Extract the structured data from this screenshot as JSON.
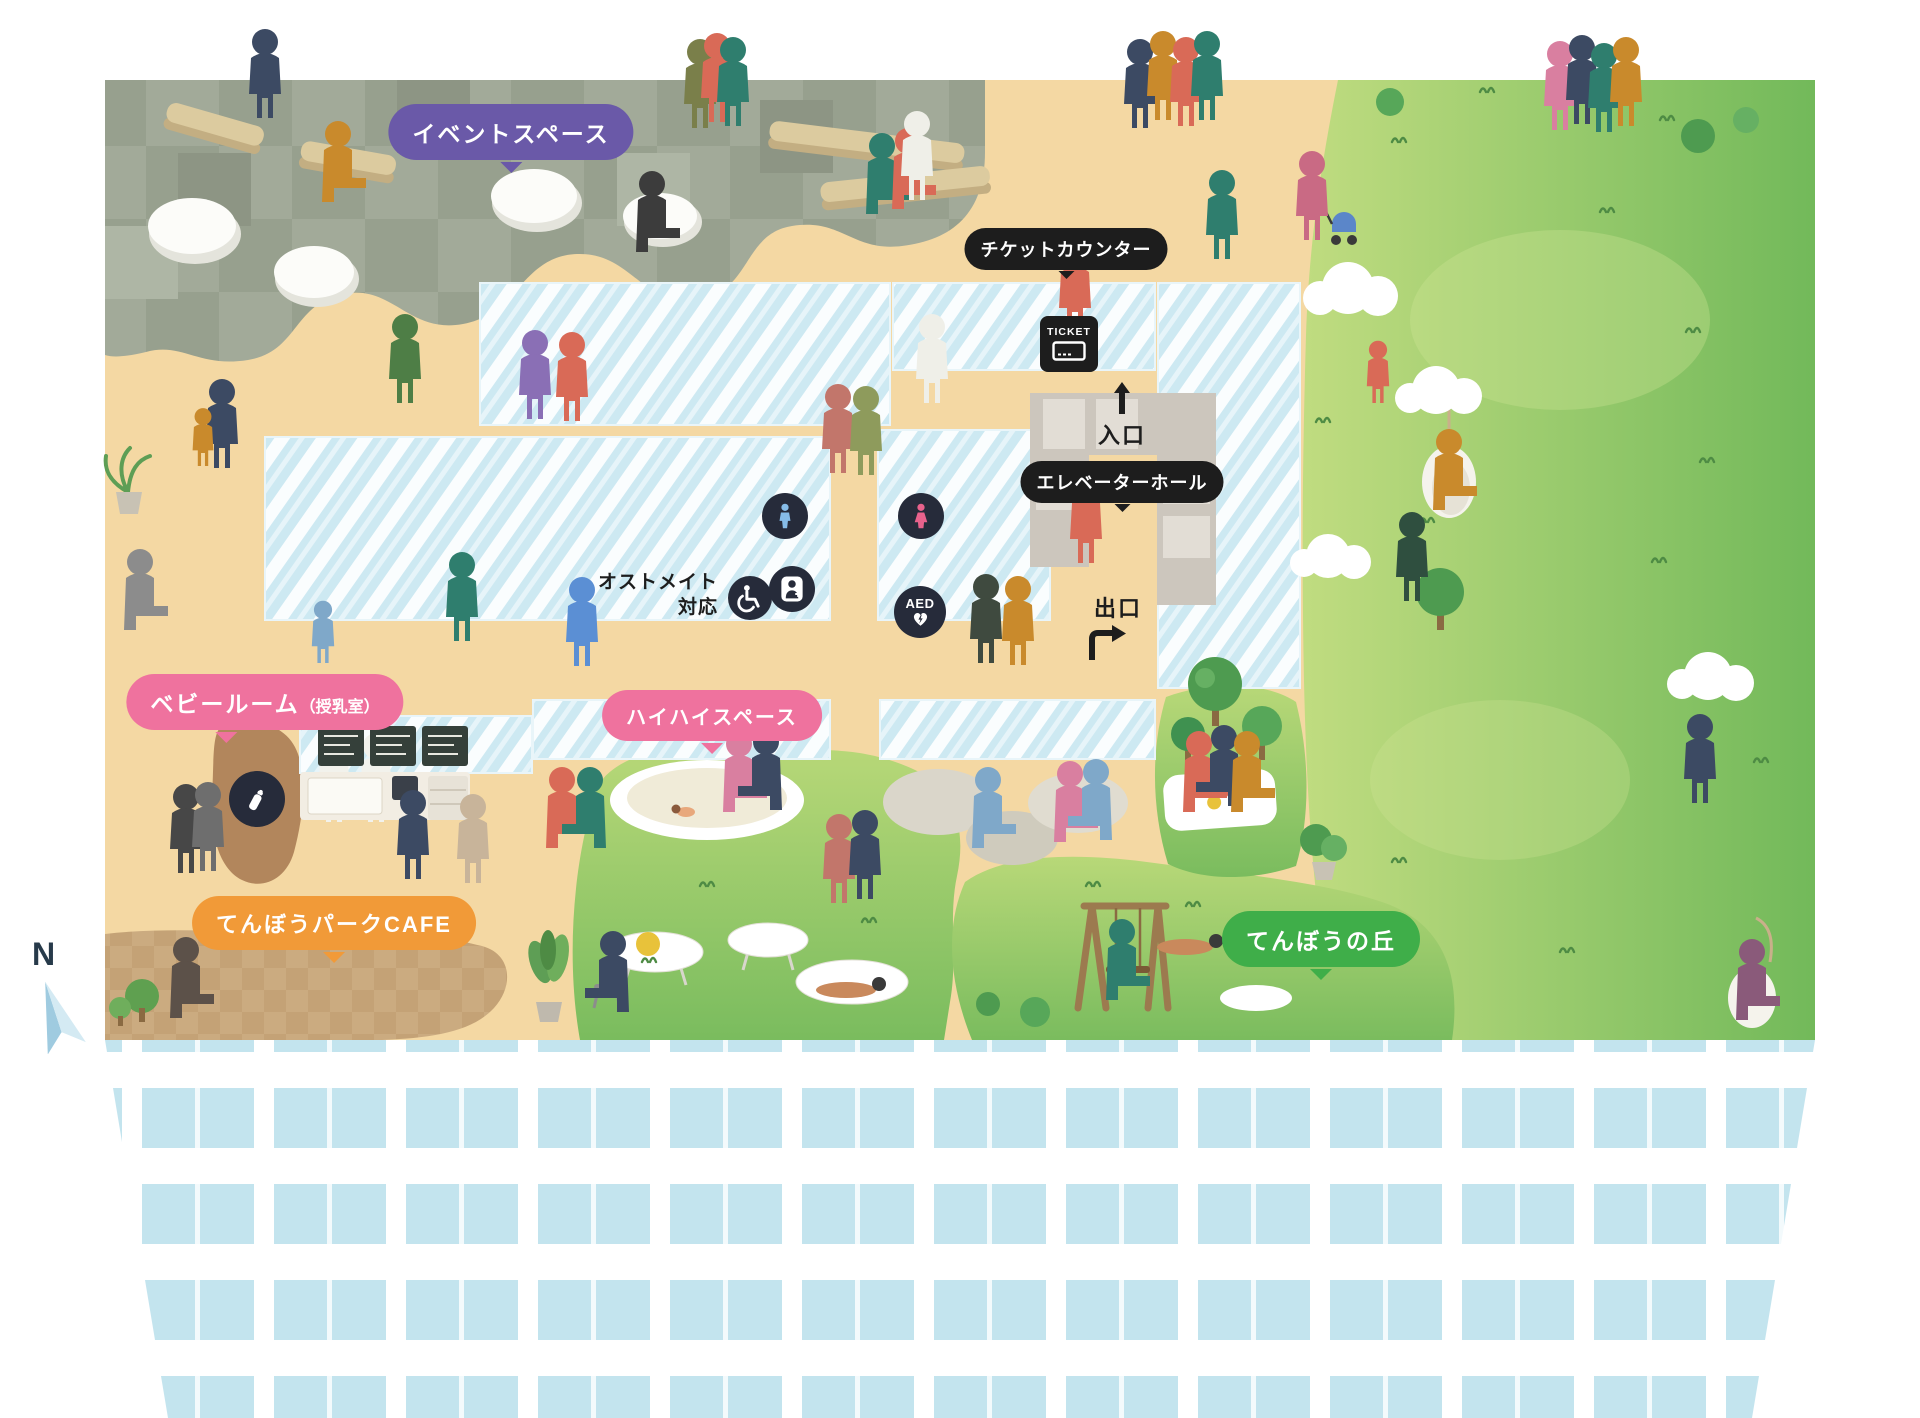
{
  "labels": {
    "event_space": "イベントスペース",
    "ticket_counter": "チケットカウンター",
    "elevator_hall": "エレベーターホール",
    "baby_room": "ベビールーム",
    "baby_room_note": "（授乳室）",
    "crawl_space": "ハイハイスペース",
    "cafe": "てんぼうパークCAFE",
    "hill": "てんぼうの丘",
    "entrance": "入口",
    "exit": "出口",
    "ostomate_line1": "オストメイト",
    "ostomate_line2": "対応",
    "aed": "AED",
    "ticket_sign": "TICKET",
    "compass_north": "N"
  },
  "icons": {
    "mens_restroom": "person-male",
    "womens_restroom": "person-female",
    "wheelchair": "wheelchair",
    "ostomate": "person-with-pouch",
    "aed": "heart-with-bolt",
    "baby_bottle": "baby-bottle",
    "entrance_arrow": "arrow-up",
    "exit_arrow": "arrow-up-then-right",
    "ticket": "ticket-outline",
    "compass_needle": "north-needle"
  },
  "colors": {
    "floor": "#F4D8A3",
    "glass": "#CDE9F2",
    "label_purple": "#6A59A8",
    "label_black": "#1D1D1D",
    "label_pink": "#EF729E",
    "label_orange": "#F19A38",
    "label_green": "#3FAE49",
    "icon_bg": "#262B3A",
    "mens": "#86BCE8",
    "womens": "#E8628C"
  }
}
